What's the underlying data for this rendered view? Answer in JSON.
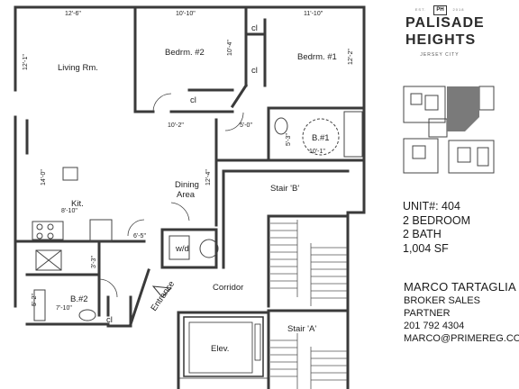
{
  "branding": {
    "est_left": "EST.",
    "est_right": "2018",
    "monogram": "PH",
    "name_line1": "PALISADE",
    "name_line2": "HEIGHTS",
    "city": "JERSEY CITY"
  },
  "unit_info": {
    "unit": "UNIT#: 404",
    "bedrooms": "2 BEDROOM",
    "baths": "2 BATH",
    "area": "1,004 SF"
  },
  "agent": {
    "name": "MARCO TARTAGLIA",
    "title": "BROKER SALES PARTNER",
    "phone": "201 792 4304",
    "email": "MARCO@PRIMEREG.COM"
  },
  "rooms": {
    "living": "Living Rm.",
    "bedroom2": "Bedrm. #2",
    "bedroom1": "Bedrm. #1",
    "bath1": "B.#1",
    "bath2": "B.#2",
    "kitchen": "Kit.",
    "dining_line1": "Dining",
    "dining_line2": "Area",
    "washer_dryer": "w/d",
    "corridor": "Corridor",
    "entrance": "Entrance",
    "stair_b": "Stair 'B'",
    "stair_a": "Stair 'A'",
    "elevator": "Elev.",
    "closet": "cl"
  },
  "dimensions": {
    "living_w": "12'-6\"",
    "living_h": "12'-1\"",
    "bed2_w": "10'-10\"",
    "bed2_h": "10'-4\"",
    "bed1_w": "11'-10\"",
    "bed1_h": "12'-2\"",
    "hall_w": "10'-2\"",
    "hall_5": "5'-0\"",
    "bath1_h": "5'-3\"",
    "bath1_w": "10'-1\"",
    "kit_h": "14'-0\"",
    "kit_w": "8'-10\"",
    "dining_h": "12'-4\"",
    "entry_w": "6'-5\"",
    "closet_h": "3'-3\"",
    "bath2_h": "5'-2\"",
    "bath2_w": "7'-10\""
  }
}
